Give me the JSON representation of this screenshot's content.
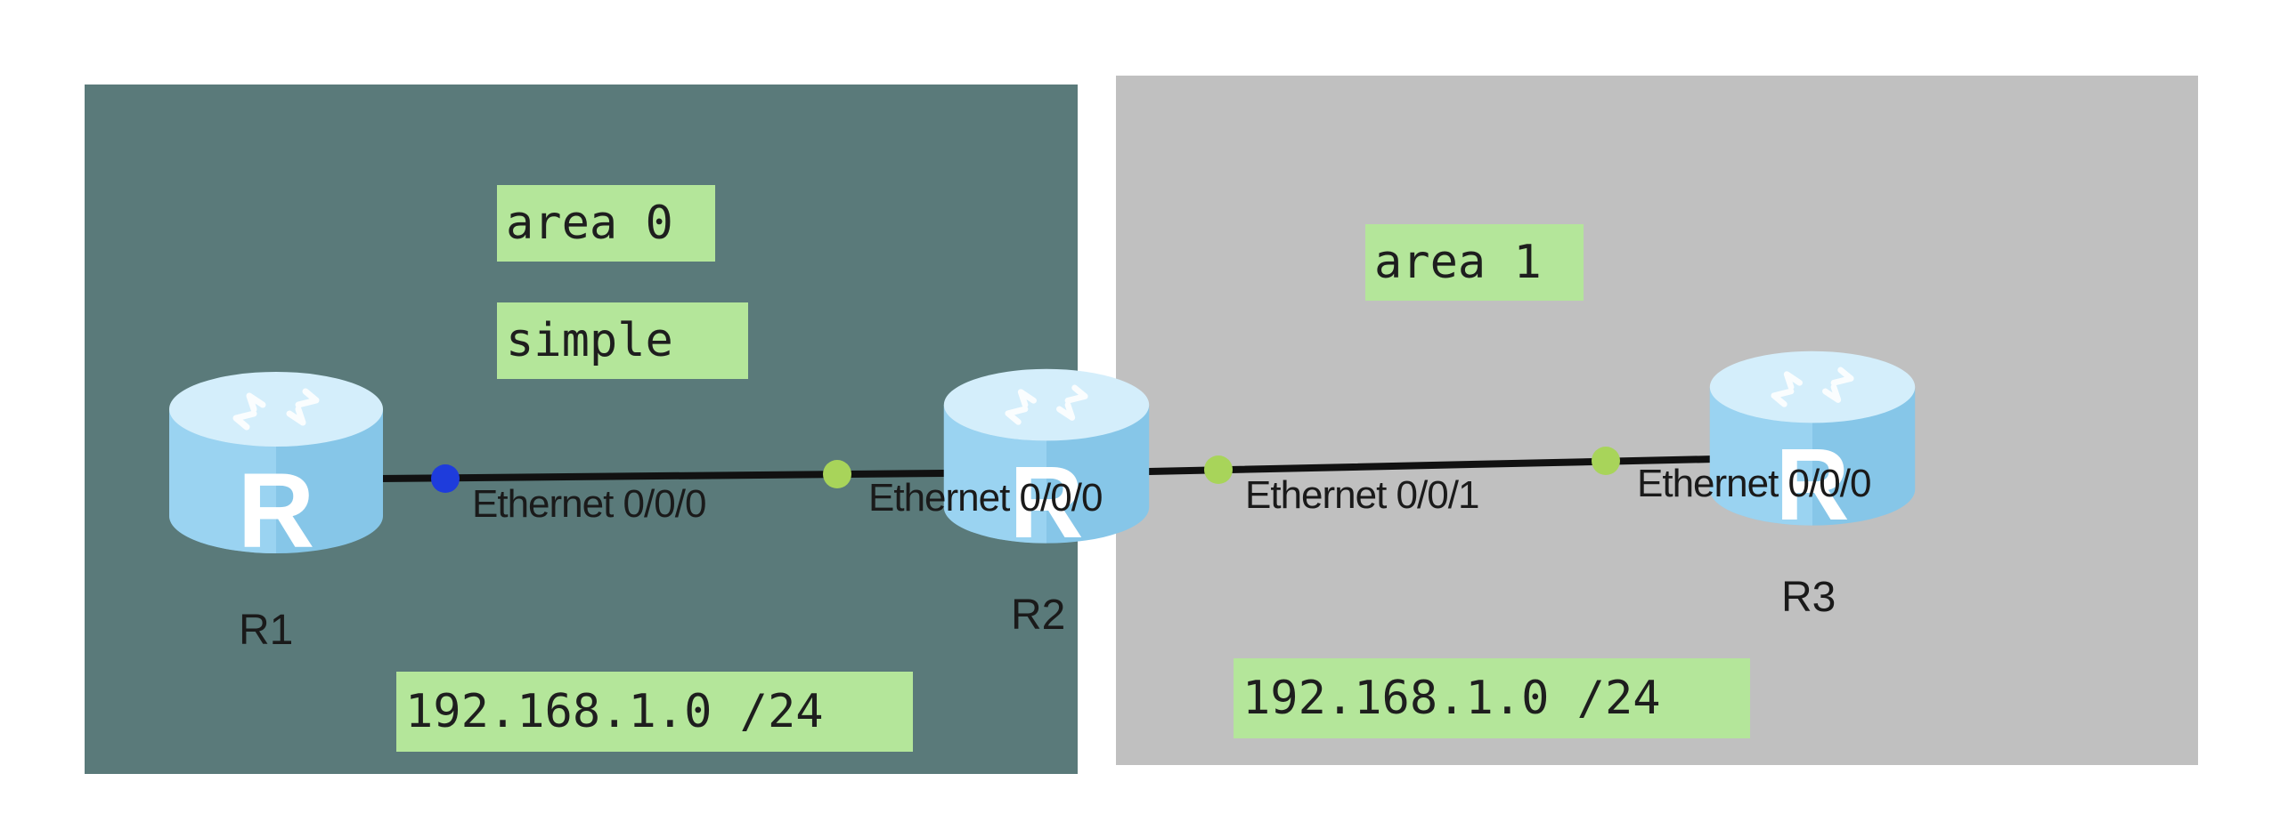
{
  "areas": [
    {
      "id": "area0",
      "label": "area 0",
      "auth": "simple",
      "network": "192.168.1.0 /24",
      "color": "#5a7a7a"
    },
    {
      "id": "area1",
      "label": "area 1",
      "network": "192.168.1.0 /24",
      "color": "#c0c0c0"
    }
  ],
  "routers": [
    {
      "name": "R1",
      "icon": "router-icon"
    },
    {
      "name": "R2",
      "icon": "router-icon"
    },
    {
      "name": "R3",
      "icon": "router-icon"
    }
  ],
  "interfaces": {
    "r1_e000": "Ethernet 0/0/0",
    "r2_e000": "Ethernet 0/0/0",
    "r2_e001": "Ethernet 0/0/1",
    "r3_e000": "Ethernet 0/0/0"
  },
  "colors": {
    "label_bg": "#b4e69a",
    "link": "#111111",
    "port_down": "#1e3cdc",
    "port_up": "#a8d45a",
    "router_body": "#9fd6f2"
  }
}
